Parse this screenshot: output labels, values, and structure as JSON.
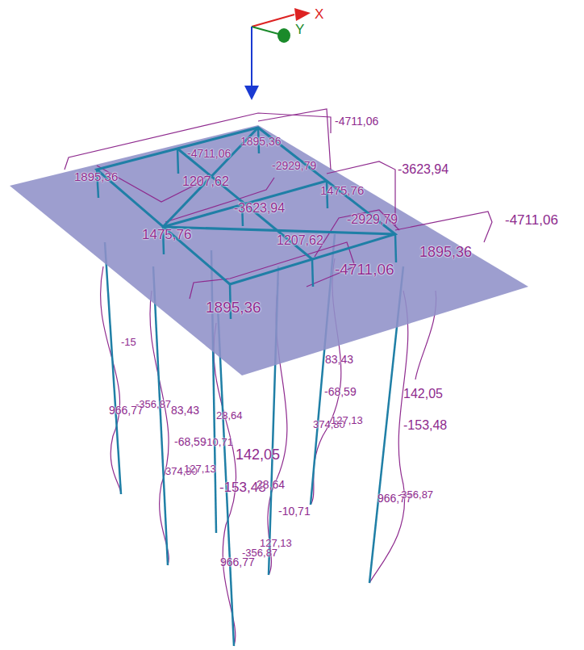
{
  "diagram": {
    "labels": [
      "X",
      "Y",
      "-4711,06",
      "1895,36",
      "-4711,06",
      "-2929,79",
      "-3623,94",
      "1895,36",
      "1207,62",
      "1475,76",
      "-3623,94",
      "-4711,06",
      "-2929,79",
      "1475,76",
      "1207,62",
      "1895,36",
      "-4711,06",
      "1895,36",
      "-15",
      "83,43",
      "-68,59",
      "142,05",
      "966,77",
      "-356,87",
      "83,43",
      "28,64",
      "374,80",
      "127,13",
      "-153,48",
      "-68,59",
      "-10,71",
      "142,05",
      "374,80",
      "127,13",
      "-153,48",
      "28,64",
      "966,77",
      "-356,87",
      "-10,71",
      "127,13",
      "-356,87",
      "966,77"
    ]
  }
}
